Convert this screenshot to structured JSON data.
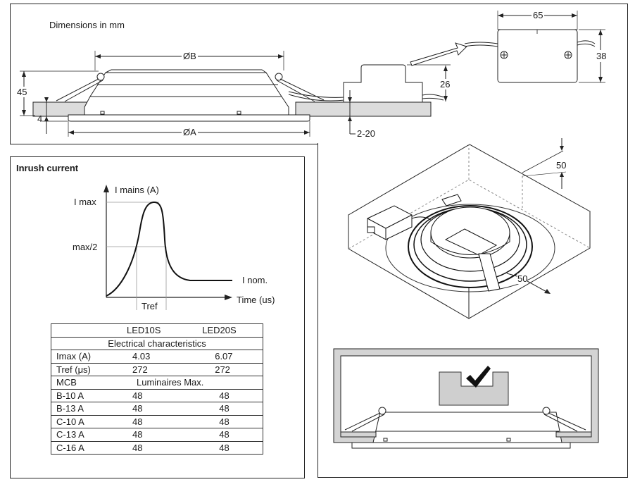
{
  "top_panel": {
    "title": "Dimensions in mm",
    "dim_ob": "ØB",
    "dim_oa": "ØA",
    "dim_45": "45",
    "dim_4": "4",
    "dim_26": "26",
    "dim_2_20": "2-20",
    "dim_65": "65",
    "dim_38": "38"
  },
  "iso_panel": {
    "dim_50_top": "50",
    "dim_50_side": "50"
  },
  "inrush": {
    "title": "Inrush current",
    "y_axis_label": "I mains (A)",
    "x_axis_label": "Time (us)",
    "imax_label": "I max",
    "max2_label": "max/2",
    "inom_label": "I nom.",
    "tref_label": "Tref"
  },
  "table": {
    "headers": [
      "",
      "LED10S",
      "LED20S"
    ],
    "section1": "Electrical characteristics",
    "elec_rows": [
      {
        "label": "Imax (A)",
        "v1": "4.03",
        "v2": "6.07"
      },
      {
        "label": "Tref (μs)",
        "v1": "272",
        "v2": "272"
      }
    ],
    "mcb_label": "MCB",
    "section2": "Luminaires Max.",
    "mcb_rows": [
      {
        "label": "B-10 A",
        "v1": "48",
        "v2": "48"
      },
      {
        "label": "B-13 A",
        "v1": "48",
        "v2": "48"
      },
      {
        "label": "C-10 A",
        "v1": "48",
        "v2": "48"
      },
      {
        "label": "C-13 A",
        "v1": "48",
        "v2": "48"
      },
      {
        "label": "C-16 A",
        "v1": "48",
        "v2": "48"
      }
    ]
  },
  "colors": {
    "line": "#222222",
    "fill_gray": "#d9d9d9",
    "fill_mid": "#c8c8c8",
    "fill_light": "#eeeeee",
    "check": "#111111"
  }
}
